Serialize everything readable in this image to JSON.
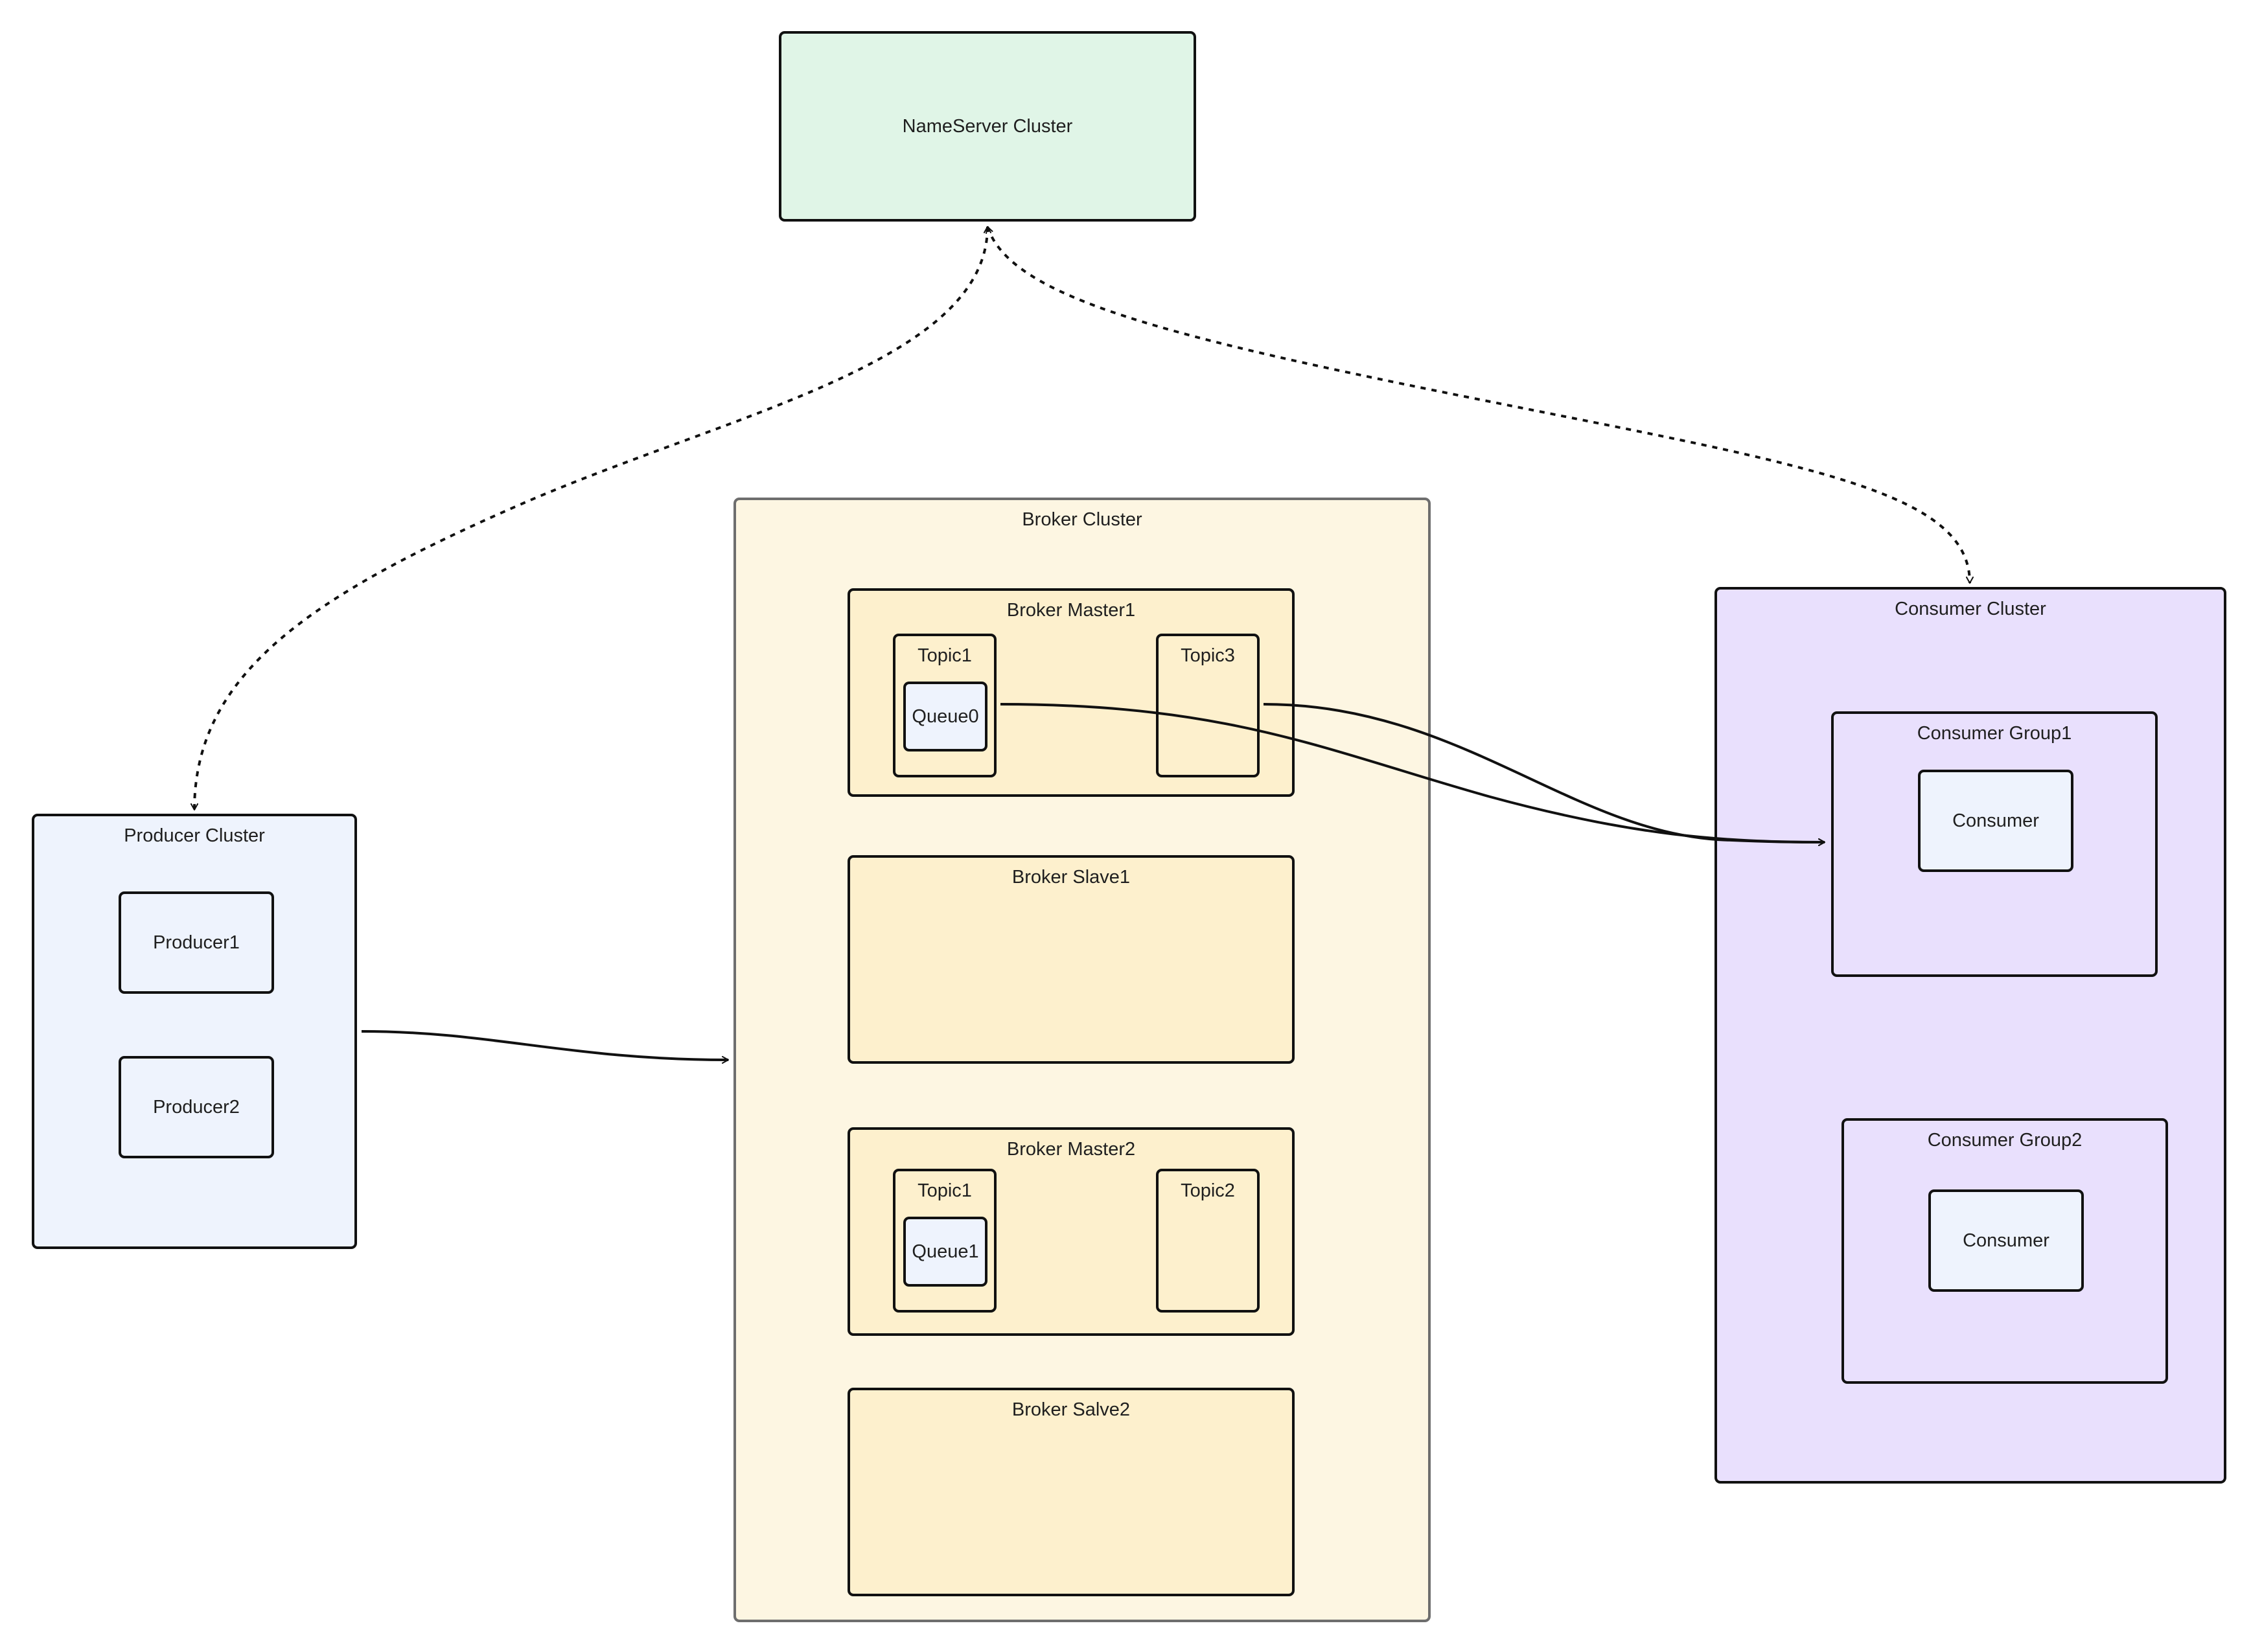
{
  "diagram": {
    "nameserver": {
      "label": "NameServer Cluster",
      "color": "#e0f5e7"
    },
    "producer_cluster": {
      "label": "Producer Cluster",
      "color": "#eef3fd",
      "producers": [
        "Producer1",
        "Producer2"
      ]
    },
    "broker_cluster": {
      "label": "Broker Cluster",
      "color": "#fdf6e2",
      "inner_color": "#fdf0cd",
      "master1": {
        "label": "Broker Master1",
        "topic_a": "Topic1",
        "queue": "Queue0",
        "topic_b": "Topic3"
      },
      "slave1": {
        "label": "Broker Slave1"
      },
      "master2": {
        "label": "Broker Master2",
        "topic_a": "Topic1",
        "queue": "Queue1",
        "topic_b": "Topic2"
      },
      "slave2": {
        "label": "Broker Salve2"
      }
    },
    "consumer_cluster": {
      "label": "Consumer Cluster",
      "color": "#e9e0fd",
      "groups": [
        {
          "label": "Consumer Group1",
          "consumer": "Consumer"
        },
        {
          "label": "Consumer Group2",
          "consumer": "Consumer"
        }
      ]
    },
    "connections": [
      {
        "from": "NameServer Cluster",
        "to": "Producer Cluster",
        "style": "dotted",
        "arrows": "both"
      },
      {
        "from": "NameServer Cluster",
        "to": "Consumer Cluster",
        "style": "dotted",
        "arrows": "both"
      },
      {
        "from": "Producer Cluster",
        "to": "Broker Cluster",
        "style": "solid",
        "arrows": "end"
      },
      {
        "from": "Queue0",
        "to": "Consumer Group1",
        "style": "solid",
        "arrows": "end"
      },
      {
        "from": "Topic3",
        "to": "Consumer Group1",
        "style": "solid",
        "arrows": "end"
      }
    ]
  }
}
